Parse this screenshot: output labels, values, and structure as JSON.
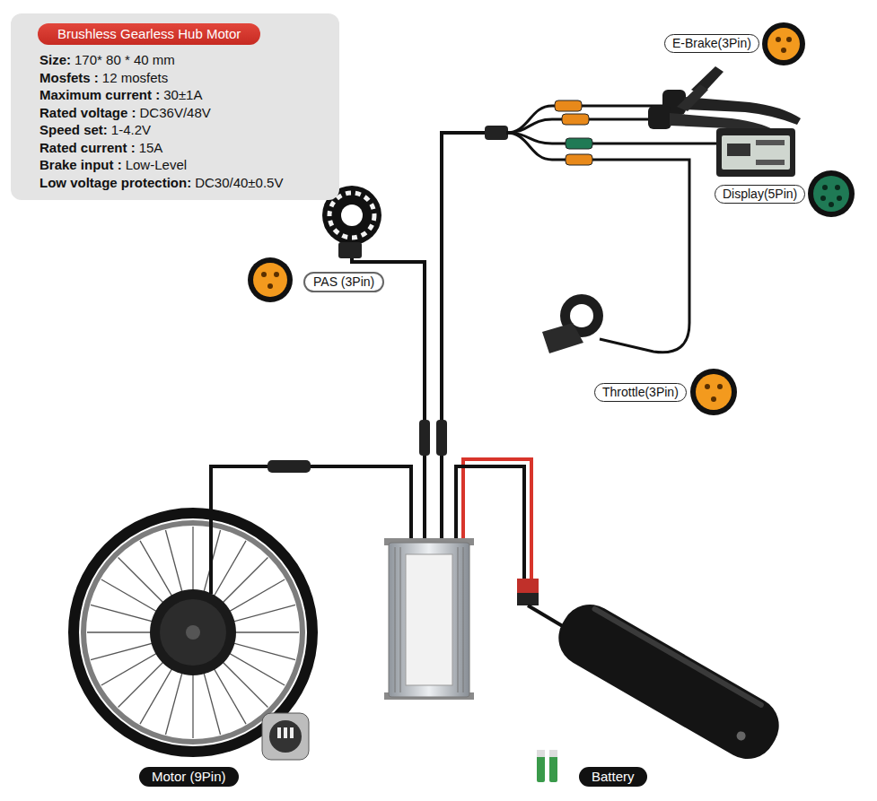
{
  "diagram": {
    "nodes": [
      {
        "text": [
          "Size:",
          "170* 80 * 40 mm",
          "Mosfets :",
          "12 mosfets",
          "Maximum current :",
          "30±1A",
          "Rated voltage :",
          "DC36V/48V",
          "Speed set:",
          "1-4.2V",
          "Rated current :",
          "15A",
          "Brake input :",
          "Low-Level",
          "Low voltage protection:",
          "DC30/40±0.5V"
        ]
      },
      {
        "text": [
          "Brushless Gearless Hub Motor"
        ],
        "in": 0
      },
      {
        "text": [
          "E-Brake(3Pin)"
        ]
      },
      {
        "text": [
          "Display(5Pin)"
        ]
      },
      {
        "text": [
          "PAS (3Pin)"
        ]
      },
      {
        "text": [
          "Throttle(3Pin)"
        ]
      },
      {
        "text": [
          "Motor (9Pin)"
        ]
      },
      {
        "text": [
          "Battery"
        ]
      }
    ]
  }
}
